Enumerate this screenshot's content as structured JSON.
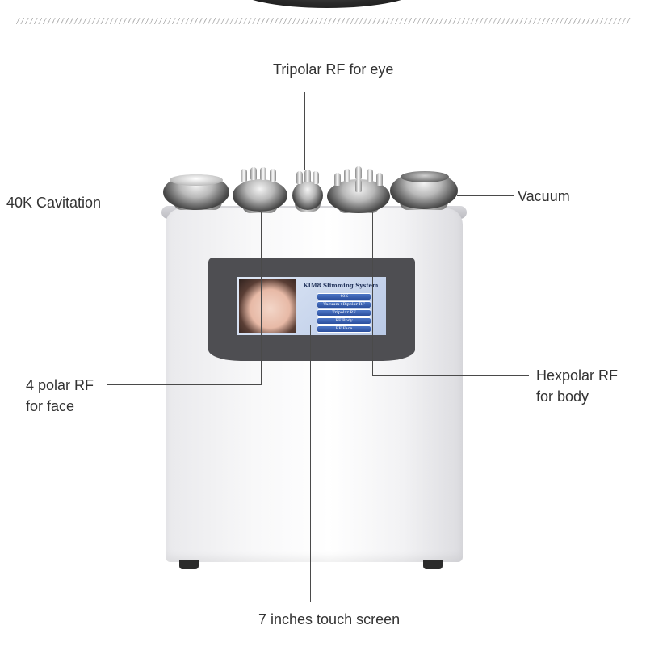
{
  "labels": {
    "tripolar_eye": "Tripolar RF for eye",
    "cavitation": "40K Cavitation",
    "vacuum": "Vacuum",
    "polar_face_line1": "4  polar RF",
    "polar_face_line2": "for face",
    "hexpolar_line1": "Hexpolar RF",
    "hexpolar_line2": "for body",
    "touch_screen": "7 inches touch screen"
  },
  "screen": {
    "title": "KIM8 Slimming System",
    "menu": [
      "40K",
      "Vacuum+Bipolar RF",
      "Tripolar RF",
      "RF Body",
      "RF Face"
    ]
  },
  "colors": {
    "text": "#333333",
    "leader_line": "#4a4a4a",
    "device_body": "#f4f4f6",
    "bezel": "#4e4e52",
    "menu_button": "#3a62b4"
  }
}
